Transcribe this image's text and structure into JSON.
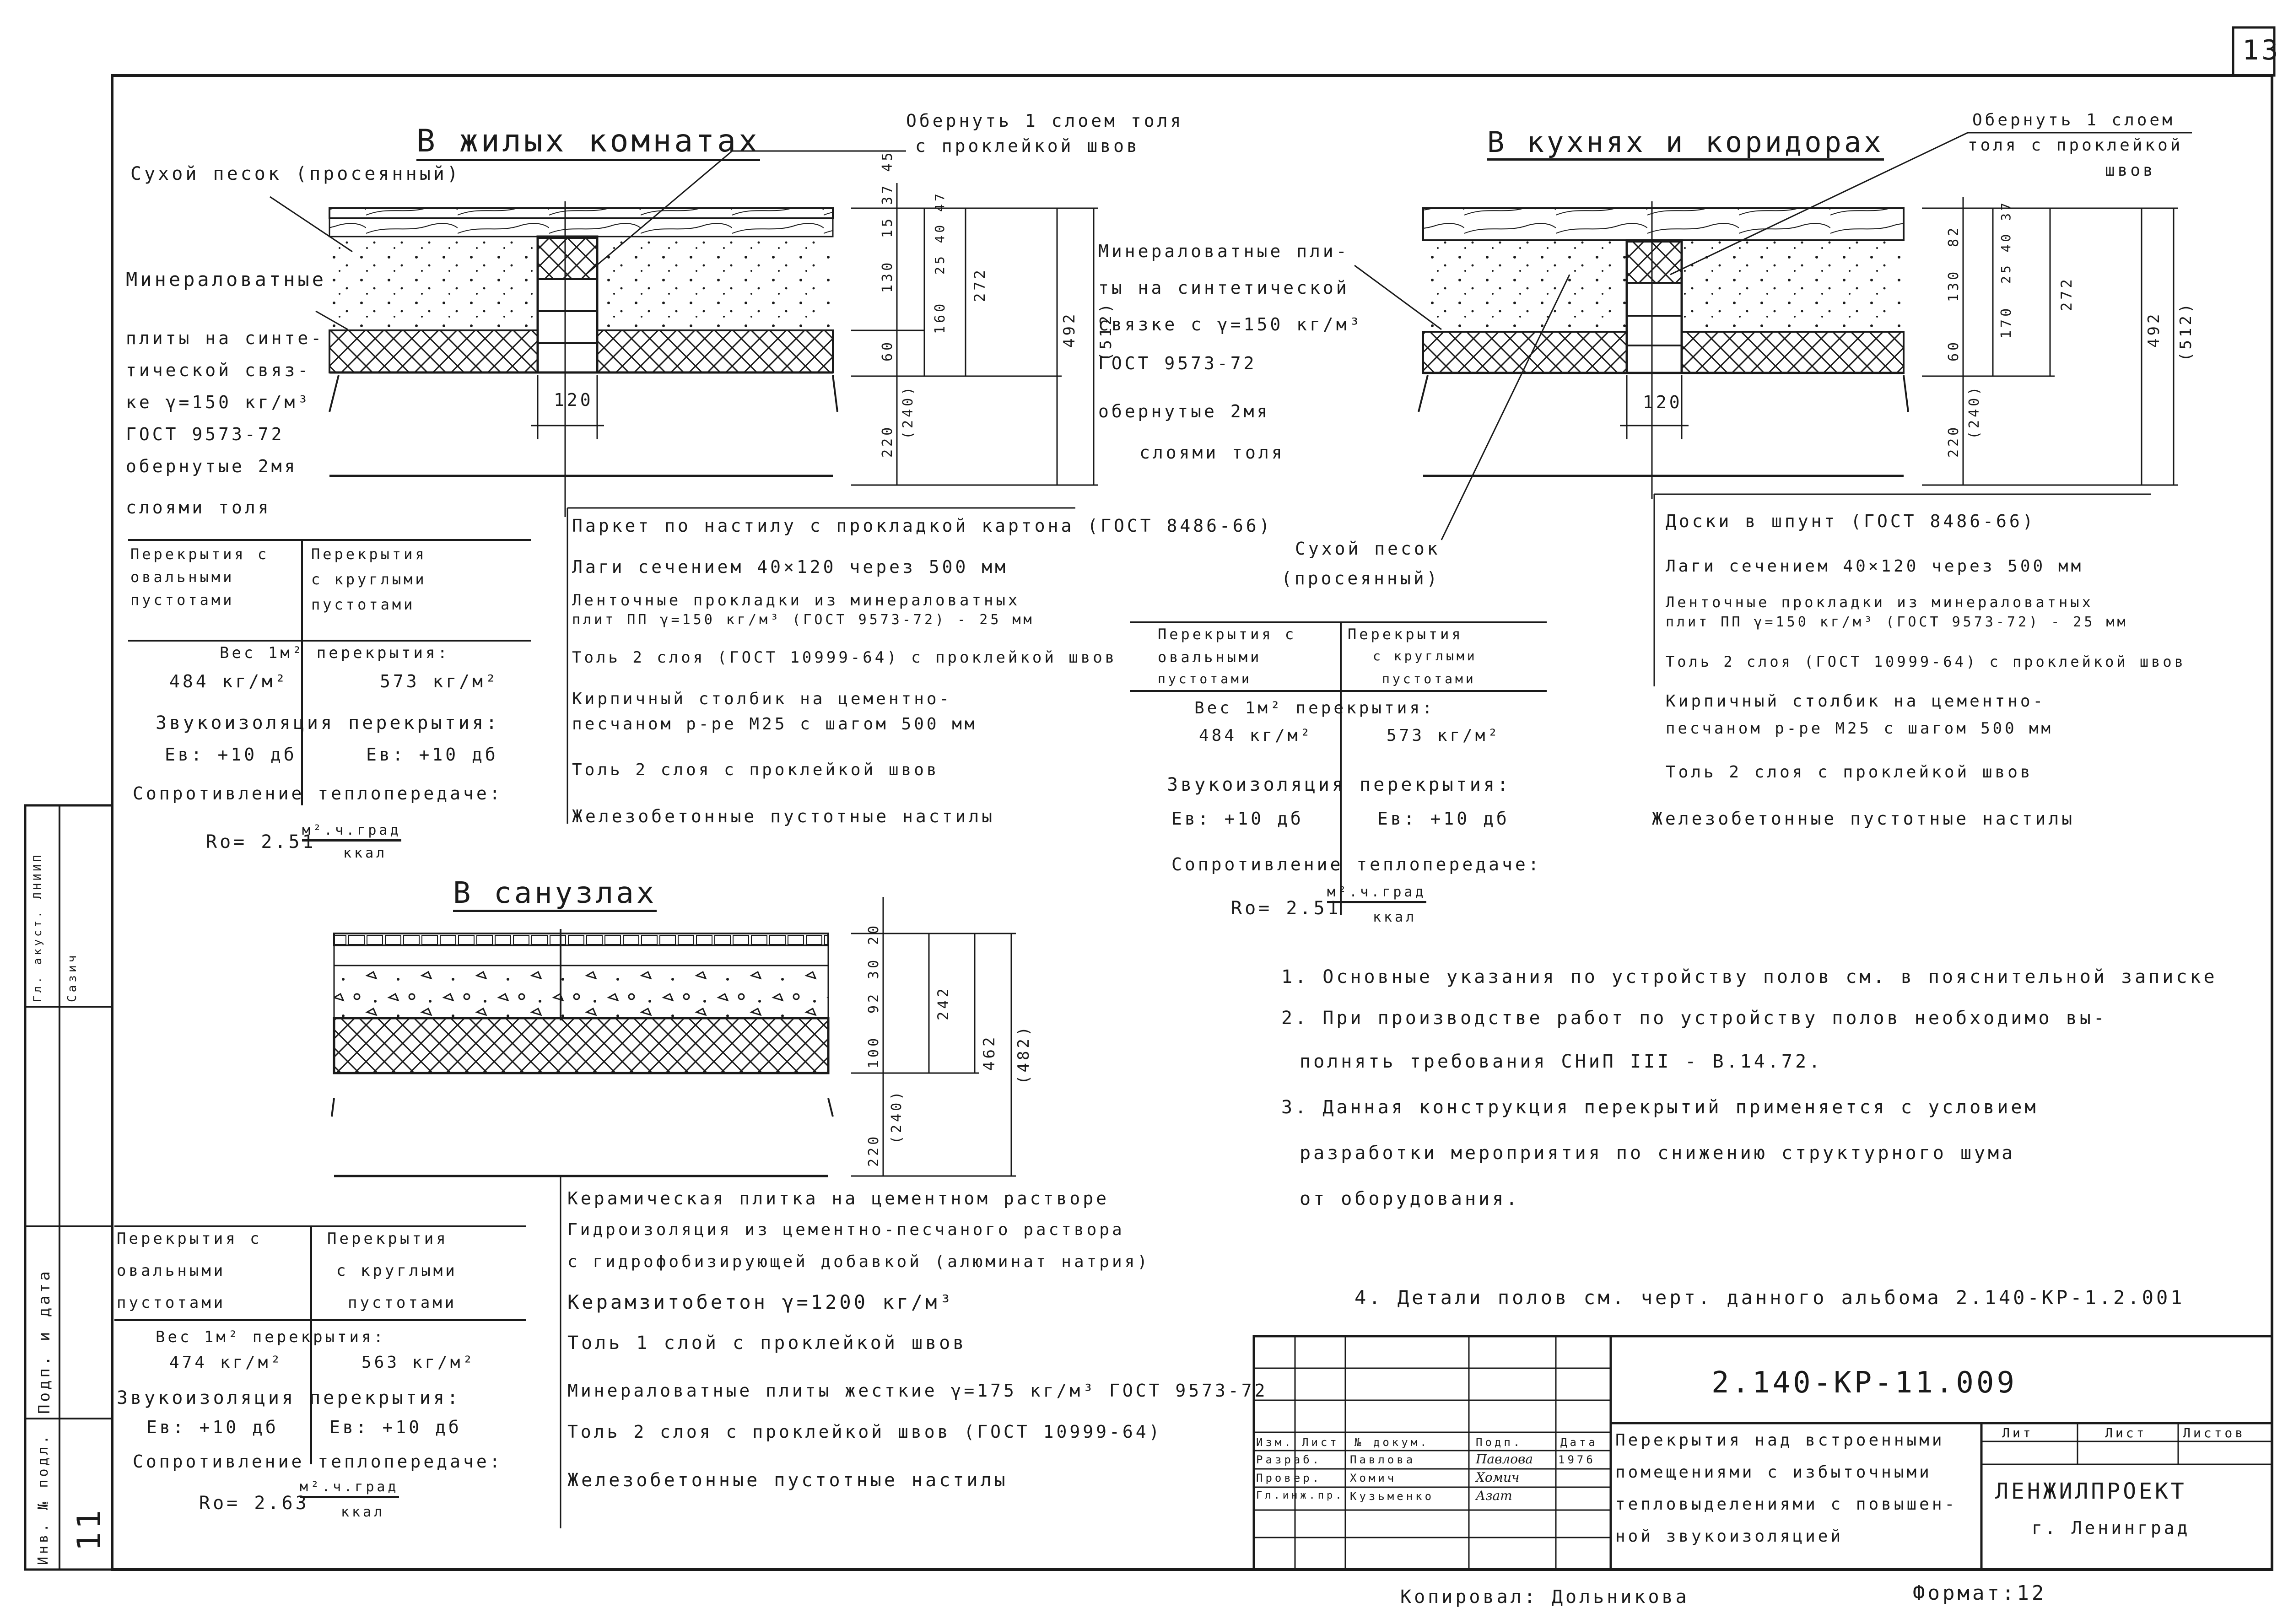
{
  "sheet": {
    "number": "13",
    "drawing_code": "2.140-КР-11.009",
    "copied_by": "Копировал: Дольникова",
    "format": "Формат:12"
  },
  "section_living": {
    "title": "В жилых комнатах",
    "callout_sand": "Сухой песок (просеянный)",
    "callout_wrap": [
      "Обернуть 1 слоем толя",
      "с проклейкой швов"
    ],
    "callout_mineral": [
      "Минераловатные",
      "плиты на синте-",
      "тической связ-",
      "ке γ=150 кг/м³",
      "ГОСТ 9573-72",
      "обернутые 2мя",
      "слоями толя"
    ],
    "dim_120": "120",
    "dims": [
      "15",
      "37",
      "45",
      "130",
      "25",
      "40",
      "47",
      "60",
      "160",
      "272",
      "492",
      "(512)",
      "220",
      "(240)"
    ],
    "layers": [
      "Паркет по настилу с прокладкой картона (ГОСТ 8486-66)",
      "Лаги сечением 40×120 через 500 мм",
      "Ленточные прокладки из минераловатных",
      "плит ПП γ=150 кг/м³ (ГОСТ 9573-72) - 25 мм",
      "Толь 2 слоя (ГОСТ 10999-64) с проклейкой швов",
      "Кирпичный столбик на цементно-",
      "песчаном р-ре М25 с шагом 500 мм",
      "Толь 2 слоя с проклейкой швов",
      "Железобетонные пустотные настилы"
    ]
  },
  "section_kitchen": {
    "title": "В кухнях и коридорах",
    "callout_wrap": [
      "Обернуть 1 слоем",
      "толя с проклейкой",
      "швов"
    ],
    "callout_mineral": [
      "Минераловатные пли-",
      "ты на синтетической",
      "связке с γ=150 кг/м³",
      "ГОСТ 9573-72",
      "обернутые 2мя",
      "слоями толя"
    ],
    "callout_sand": [
      "Сухой песок",
      "(просеянный)"
    ],
    "dim_120": "120",
    "dims": [
      "82",
      "130",
      "25",
      "40",
      "37",
      "60",
      "170",
      "272",
      "492",
      "(512)",
      "220",
      "(240)"
    ],
    "layers": [
      "Доски в шпунт (ГОСТ 8486-66)",
      "Лаги сечением 40×120 через 500 мм",
      "Ленточные прокладки из минераловатных",
      "плит ПП γ=150 кг/м³ (ГОСТ 9573-72) - 25 мм",
      "Толь 2 слоя (ГОСТ 10999-64) с проклейкой швов",
      "Кирпичный столбик на цементно-",
      "песчаном р-ре М25 с шагом 500 мм",
      "Толь 2 слоя с проклейкой швов",
      "Железобетонные пустотные настилы"
    ]
  },
  "section_bath": {
    "title": "В санузлах",
    "dims": [
      "20",
      "30",
      "92",
      "100",
      "242",
      "462",
      "(482)",
      "220",
      "(240)"
    ],
    "layers": [
      "Керамическая плитка на цементном растворе",
      "Гидроизоляция из цементно-песчаного раствора",
      "с гидрофобизирующей добавкой (алюминат натрия)",
      "Керамзитобетон γ=1200 кг/м³",
      "Толь 1 слой с проклейкой швов",
      "Минераловатные плиты жесткие γ=175 кг/м³ ГОСТ 9573-72",
      "Толь 2 слоя с проклейкой швов (ГОСТ 10999-64)",
      "Железобетонные пустотные настилы"
    ]
  },
  "tables": {
    "col_oval": [
      "Перекрытия с",
      "овальными",
      "пустотами"
    ],
    "col_round": [
      "Перекрытия",
      "с круглыми",
      "пустотами"
    ],
    "weight_label": "Вес 1м² перекрытия:",
    "sound_label": "Звукоизоляция перекрытия:",
    "resist_label": "Сопротивление теплопередаче:",
    "unit": "м².ч.град",
    "unit_den": "ккал",
    "living": {
      "w1": "484 кг/м²",
      "w2": "573 кг/м²",
      "s1": "Ев: +10 дб",
      "s2": "Ев: +10 дб",
      "r": "Ro= 2.51"
    },
    "kitchen": {
      "w1": "484 кг/м²",
      "w2": "573 кг/м²",
      "s1": "Ев: +10 дб",
      "s2": "Ев: +10 дб",
      "r": "Ro= 2.51"
    },
    "bath": {
      "w1": "474 кг/м²",
      "w2": "563 кг/м²",
      "s1": "Ев: +10 дб",
      "s2": "Ев: +10 дб",
      "r": "Ro= 2.63"
    }
  },
  "notes": [
    "1. Основные указания по устройству полов см. в пояснительной записке",
    "2. При производстве работ по устройству полов необходимо вы-",
    "полнять требования СНиП III - В.14.72.",
    "3. Данная конструкция перекрытий применяется с условием",
    "разработки мероприятия по снижению структурного шума",
    "от оборудования.",
    "4. Детали полов см. черт. данного альбома 2.140-КР-1.2.001"
  ],
  "title_block": {
    "description": [
      "Перекрытия над встроенными",
      "помещениями с избыточными",
      "тепловыделениями с повышен-",
      "ной звукоизоляцией"
    ],
    "organization": "ЛЕНЖИЛПРОЕКТ",
    "city": "г. Ленинград",
    "lit_headers": [
      "Лит",
      "Лист",
      "Листов"
    ],
    "col_headers": [
      "Изм.",
      "Лист",
      "№ докум.",
      "Подп.",
      "Дата"
    ],
    "rows": [
      {
        "role": "Разраб.",
        "name": "Павлова",
        "sign": "Павлова",
        "date": "1976"
      },
      {
        "role": "Провер.",
        "name": "Хомич",
        "sign": "Хомич",
        "date": ""
      },
      {
        "role": "Гл.инж.пр.",
        "name": "Кузьменко",
        "sign": "Азат",
        "date": ""
      }
    ]
  },
  "side_strip": {
    "labels": [
      "Гл. акуст. ЛНИИП",
      "Сазич",
      "Подп. и дата",
      "Инв. № подл."
    ],
    "inv_value": "11"
  }
}
